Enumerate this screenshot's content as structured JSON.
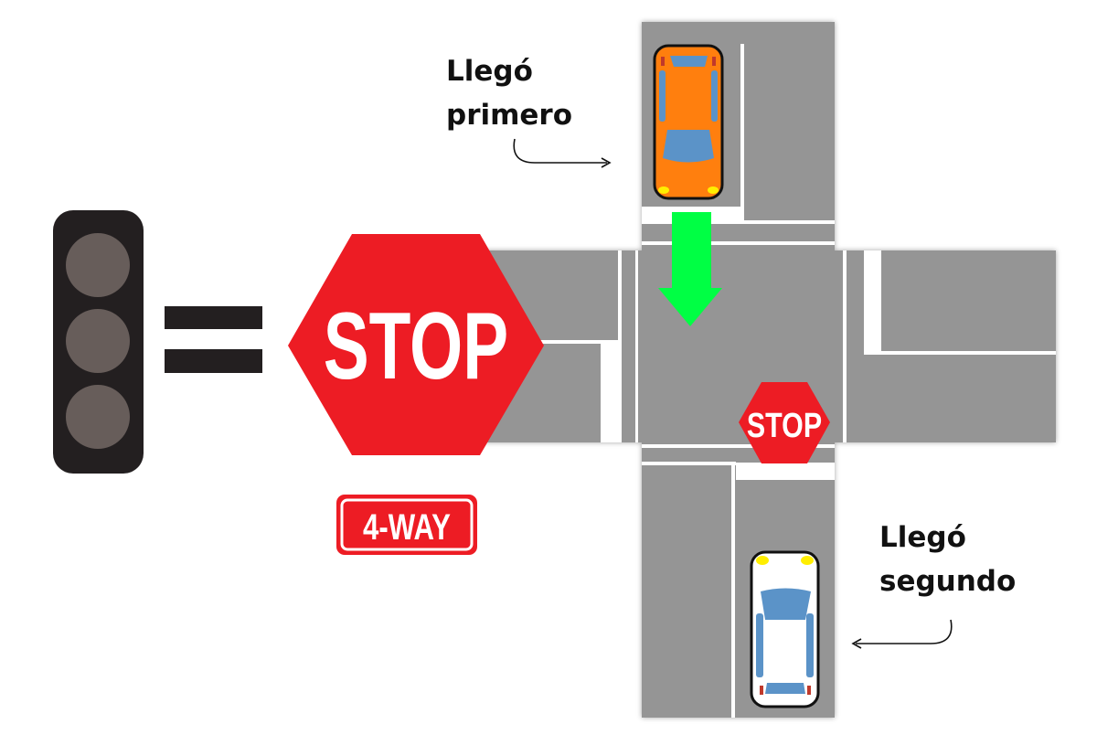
{
  "big_sign": {
    "text": "STOP",
    "color": "#ed1c24"
  },
  "plate": {
    "text": "4-WAY"
  },
  "small_sign": {
    "text": "STOP"
  },
  "labels": {
    "first_line1": "Llegó",
    "first_line2": "primero",
    "second_line1": "Llegó",
    "second_line2": "segundo"
  },
  "colors": {
    "road": "#959595",
    "traffic_light_body": "#231f20",
    "traffic_light_lamp": "#675d5a",
    "arrow": "#00ff44",
    "car_first": "#ff7f0e",
    "car_second": "#ffffff",
    "windows": "#5b93c8"
  },
  "icons": [
    "traffic-light-icon",
    "equals-icon",
    "stop-sign-icon",
    "car-icon",
    "direction-arrow-icon"
  ]
}
